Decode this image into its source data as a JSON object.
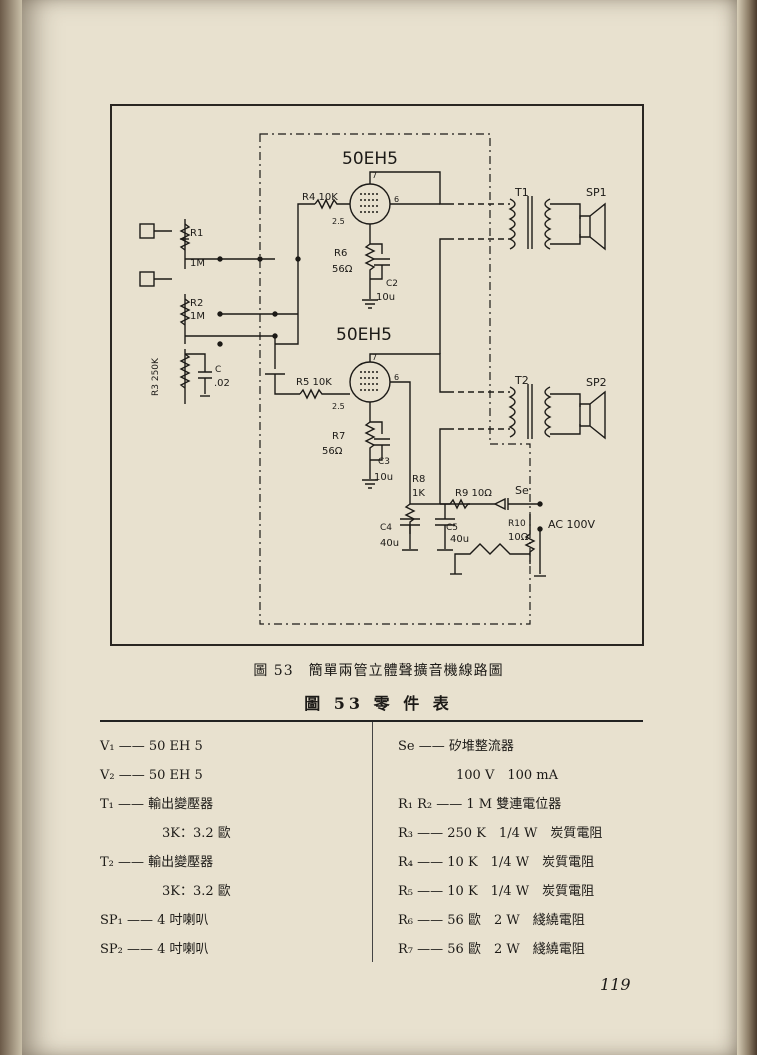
{
  "diagram": {
    "tube_top": "50EH5",
    "tube_bottom": "50EH5",
    "labels": {
      "R1": "R1",
      "R1_val": "1M",
      "R2": "R2",
      "R2_val": "1M",
      "R3_val": "R3 250K",
      "C": "C",
      "C_val": ".02",
      "R4": "R4 10K",
      "R4_sub": "2.5",
      "R5": "R5 10K",
      "R5_sub": "2.5",
      "R6": "R6",
      "R6_val": "56Ω",
      "C2": "C2",
      "C2_val": "10u",
      "R7": "R7",
      "R7_val": "56Ω",
      "C3": "C3",
      "C3_val": "10u",
      "R8": "R8",
      "R8_val": "1K",
      "R9": "R9 10Ω",
      "Se": "Se",
      "R10": "R10",
      "R10_val": "10Ω",
      "C4": "C4",
      "C4_val": "40u",
      "C5": "C5",
      "C5_val": "40u",
      "AC": "AC 100V",
      "T1": "T1",
      "T2": "T2",
      "SP1": "SP1",
      "SP2": "SP2",
      "pin7": "7",
      "pin6": "6"
    }
  },
  "caption": "圖 53　簡單兩管立體聲擴音機線路圖",
  "table_title": "圖 53 零 件 表",
  "parts_left": [
    "V₁ —— 50 EH 5",
    "V₂ —— 50 EH 5",
    "T₁ —— 輸出變壓器",
    "3K：3.2 歐",
    "T₂ —— 輸出變壓器",
    "3K：3.2 歐",
    "SP₁ —— 4 吋喇叭",
    "SP₂ —— 4 吋喇叭"
  ],
  "parts_right": [
    "Se —— 矽堆整流器",
    "100 V　100 mA",
    "R₁ R₂ —— 1 M 雙連電位器",
    "R₃ —— 250 K　1/4 W　炭質電阻",
    "R₄ —— 10 K　1/4 W　炭質電阻",
    "R₅ —— 10 K　1/4 W　炭質電阻",
    "R₆ —— 56 歐　2 W　綫繞電阻",
    "R₇ —— 56 歐　2 W　綫繞電阻"
  ],
  "page_number": "119"
}
